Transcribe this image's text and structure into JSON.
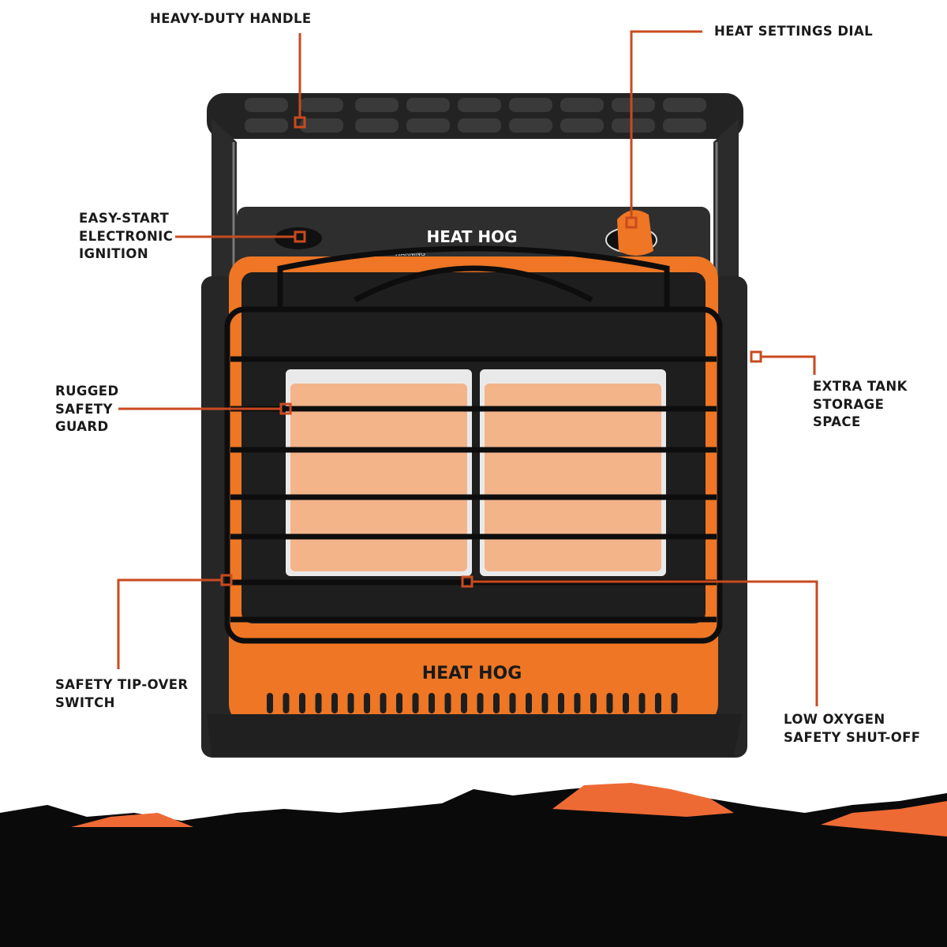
{
  "product": {
    "brand_top": "HEAT HOG",
    "brand_front": "HEAT HOG",
    "warning_text": "WARNING"
  },
  "callouts": {
    "handle": [
      "HEAVY-DUTY HANDLE"
    ],
    "dial": [
      "HEAT SETTINGS DIAL"
    ],
    "ignition": [
      "EASY-START",
      "ELECTRONIC",
      "IGNITION"
    ],
    "guard": [
      "RUGGED",
      "SAFETY",
      "GUARD"
    ],
    "tank": [
      "EXTRA TANK",
      "STORAGE",
      "SPACE"
    ],
    "tipover": [
      "SAFETY TIP-OVER",
      "SWITCH"
    ],
    "oxygen": [
      "LOW OXYGEN",
      "SAFETY SHUT-OFF"
    ]
  },
  "colors": {
    "accent": "#c94a1f",
    "orange": "#ee7624",
    "dark": "#1c1c1c"
  }
}
